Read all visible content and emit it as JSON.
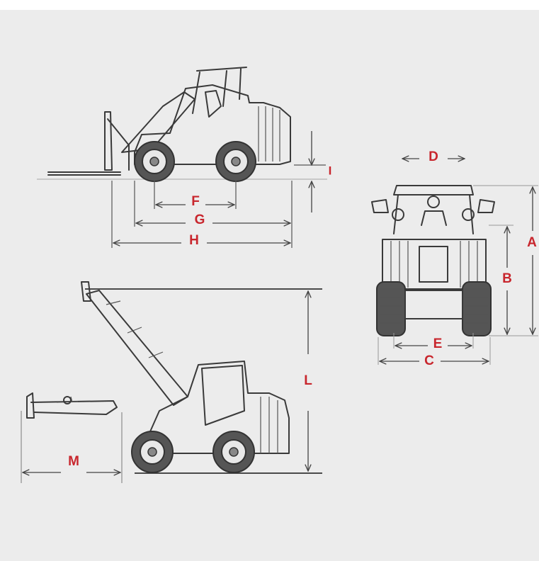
{
  "diagram": {
    "colors": {
      "background": "#ececec",
      "line": "#3a3a3a",
      "label": "#c8262d"
    },
    "labels": {
      "A": "A",
      "B": "B",
      "C": "C",
      "D": "D",
      "E": "E",
      "F": "F",
      "G": "G",
      "H": "H",
      "I": "I",
      "L": "L",
      "M": "M"
    }
  }
}
